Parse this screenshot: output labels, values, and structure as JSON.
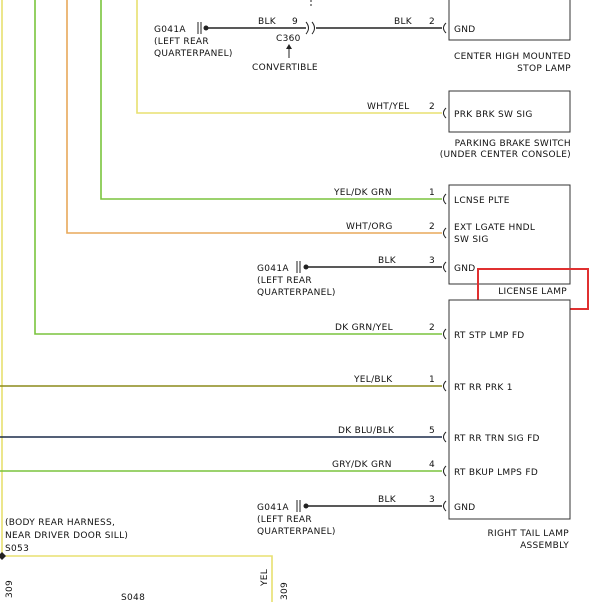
{
  "colors": {
    "yellow": "#e8e070",
    "green": "#7ac43d",
    "orange": "#e8a85a",
    "olive": "#8c8a1a",
    "navy": "#1b2b4a",
    "black": "#222222",
    "highlight": "#e03030"
  },
  "top_ground": {
    "ref": "G041A",
    "line1": "(LEFT REAR",
    "line2": "QUARTERPANEL)",
    "wire_color": "BLK",
    "pin_left": "9",
    "connector": "C360",
    "note": "CONVERTIBLE"
  },
  "components": {
    "chmsl": {
      "wire_color": "BLK",
      "pin": "2",
      "pin_label": "GND",
      "name_line1": "CENTER HIGH MOUNTED",
      "name_line2": "STOP LAMP"
    },
    "parking_brake": {
      "wire_color": "WHT/YEL",
      "pin": "2",
      "pin_label": "PRK BRK SW SIG",
      "name_line1": "PARKING BRAKE SWITCH",
      "name_line2": "(UNDER CENTER CONSOLE)"
    },
    "license_lamp": {
      "name": "LICENSE LAMP",
      "pins": [
        {
          "wire_color": "YEL/DK GRN",
          "pin": "1",
          "label1": "LCNSE PLTE",
          "label2": ""
        },
        {
          "wire_color": "WHT/ORG",
          "pin": "2",
          "label1": "EXT LGATE HNDL",
          "label2": "SW SIG"
        },
        {
          "wire_color": "BLK",
          "pin": "3",
          "label1": "GND",
          "label2": ""
        }
      ],
      "ground": {
        "ref": "G041A",
        "line1": "(LEFT REAR",
        "line2": "QUARTERPANEL)"
      }
    },
    "right_tail_lamp": {
      "name_line1": "RIGHT TAIL LAMP",
      "name_line2": "ASSEMBLY",
      "pins": [
        {
          "wire_color": "DK GRN/YEL",
          "pin": "2",
          "label": "RT STP LMP FD"
        },
        {
          "wire_color": "YEL/BLK",
          "pin": "1",
          "label": "RT RR PRK 1"
        },
        {
          "wire_color": "DK BLU/BLK",
          "pin": "5",
          "label": "RT RR TRN SIG FD"
        },
        {
          "wire_color": "GRY/DK GRN",
          "pin": "4",
          "label": "RT BKUP LMPS FD"
        },
        {
          "wire_color": "BLK",
          "pin": "3",
          "label": "GND"
        }
      ],
      "ground": {
        "ref": "G041A",
        "line1": "(LEFT REAR",
        "line2": "QUARTERPANEL)"
      }
    }
  },
  "splice": {
    "line1": "(BODY REAR HARNESS,",
    "line2": "NEAR DRIVER DOOR SILL)",
    "ref": "S053"
  },
  "bottom": {
    "left_num": "309",
    "ref": "S048",
    "wire_color": "YEL",
    "right_num": "309"
  }
}
